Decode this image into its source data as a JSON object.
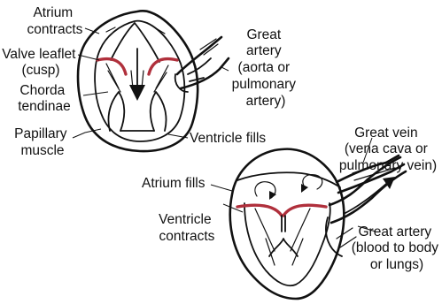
{
  "colors": {
    "ink": "#111111",
    "valve_highlight": "#b0303c",
    "background": "#ffffff"
  },
  "top_panel": {
    "atrium_contracts": [
      "Atrium",
      "contracts"
    ],
    "valve_leaflet": [
      "Valve leaflet",
      "(cusp)"
    ],
    "chorda_tendinae": [
      "Chorda",
      "tendinae"
    ],
    "papillary_muscle": [
      "Papillary",
      "muscle"
    ],
    "ventricle_fills": [
      "Ventricle fills"
    ],
    "great_artery": [
      "Great",
      "artery",
      "(aorta or",
      "pulmonary",
      "artery)"
    ]
  },
  "bottom_panel": {
    "great_vein": [
      "Great vein",
      "(vena cava or",
      "pulmonary vein)"
    ],
    "atrium_fills": [
      "Atrium fills"
    ],
    "ventricle_contracts": [
      "Ventricle",
      "contracts"
    ],
    "great_artery": [
      "Great artery",
      "(blood to body",
      "or lungs)"
    ]
  }
}
